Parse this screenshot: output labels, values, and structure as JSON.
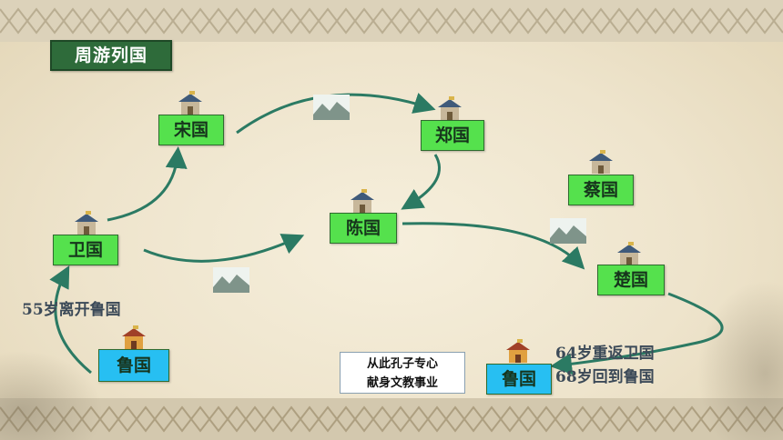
{
  "title": "周游列国",
  "states": {
    "lu_start": "鲁国",
    "wei": "卫国",
    "song": "宋国",
    "zheng": "郑国",
    "chen": "陈国",
    "cai": "蔡国",
    "chu": "楚国",
    "lu_end": "鲁国"
  },
  "labels": {
    "age55": "55岁离开鲁国",
    "age64": "64岁重返卫国",
    "age68": "68岁回到鲁国"
  },
  "note": {
    "line1": "从此孔子专心",
    "line2": "献身文教事业"
  },
  "colors": {
    "state_green": "#55e14d",
    "state_blue": "#27bff2",
    "arrow": "#2b7a63",
    "title_bg": "#2e6b3a"
  },
  "icons": [
    "palace-icon",
    "landscape-icon",
    "route-arrow"
  ]
}
